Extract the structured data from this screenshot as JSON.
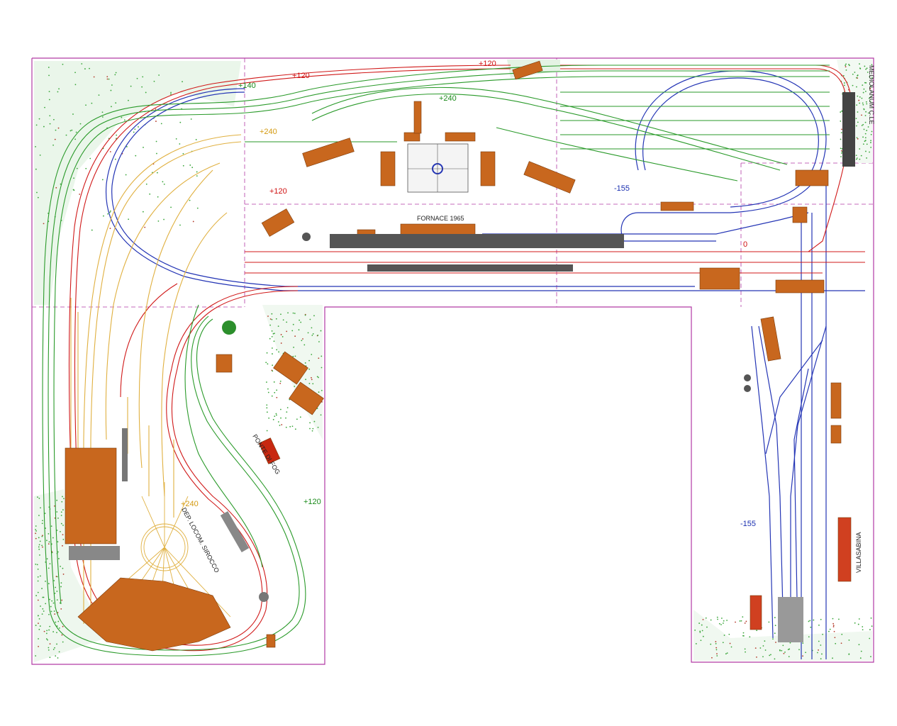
{
  "plan": {
    "colors": {
      "frame": "#b23aa5",
      "red_track": "#d01818",
      "green_track": "#2a9a2a",
      "blue_track": "#2435b5",
      "yellow_track": "#e0b040",
      "building": "#c8671e",
      "platform": "#555555",
      "vegetation": "#3aa63a"
    },
    "levels": {
      "red_top": "+120",
      "red_left": "+120",
      "green_left": "+140",
      "green_center": "+240",
      "yellow_top": "+240",
      "yellow_depot": "+240",
      "red_mid": "+120",
      "blue_center": "-155",
      "green_bottom": "+120",
      "blue_right": "-155",
      "zero_mark": "0"
    },
    "labels": {
      "station_name": "FORNACE 1965",
      "depot_name": "DEP. LOCOM. SIROCCO",
      "mediolanum": "MEDIOLANUM C.LE",
      "villasabina": "VILLASABINA",
      "ponte": "PONTE DI FOG"
    }
  }
}
